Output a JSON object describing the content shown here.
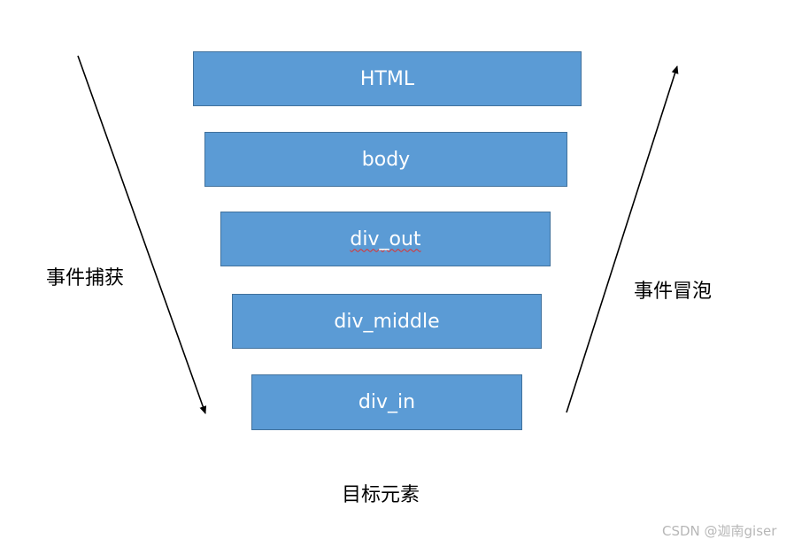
{
  "layers": [
    {
      "id": "html",
      "label": "HTML"
    },
    {
      "id": "body",
      "label": "body"
    },
    {
      "id": "div_out",
      "label": "div_out"
    },
    {
      "id": "div_middle",
      "label": "div_middle"
    },
    {
      "id": "div_in",
      "label": "div_in"
    }
  ],
  "labels": {
    "capture": "事件捕获",
    "bubble": "事件冒泡",
    "target": "目标元素"
  },
  "watermark": "CSDN @迦南giser",
  "colors": {
    "layer_fill": "#5b9bd5",
    "layer_border": "#41719c",
    "layer_text": "#ffffff",
    "arrow": "#000000"
  }
}
